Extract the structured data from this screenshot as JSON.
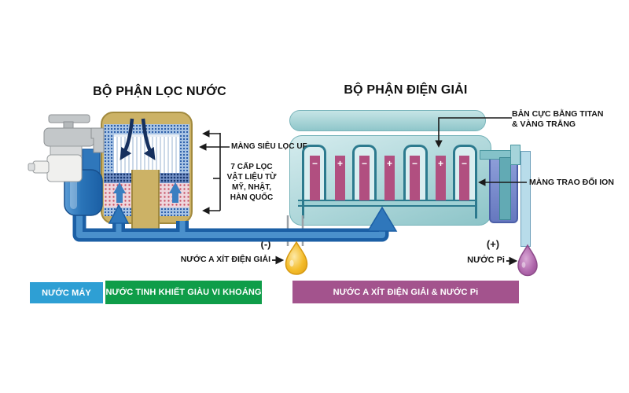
{
  "titles": {
    "filter": "BỘ PHẬN LỌC NƯỚC",
    "electrolysis": "BỘ PHẬN ĐIỆN GIẢI"
  },
  "annotations": {
    "uf_membrane": "MÀNG SIÊU LỌC UF",
    "seven_stage_filter": "7 CẤP LỌC\nVẬT LIỆU TỪ\nMỸ, NHẬT,\nHÀN QUỐC",
    "electrode_plates": "BẢN CỰC BẰNG TITAN\n& VÀNG TRẮNG",
    "ion_exchange_membrane": "MÀNG TRAO ĐỔI ION"
  },
  "electrodes": {
    "signs": [
      "−",
      "+",
      "−",
      "+",
      "−",
      "+",
      "−"
    ],
    "plate_color": "#b14f80"
  },
  "outputs": {
    "acid_water": {
      "polarity": "(-)",
      "label": "NƯỚC A XÍT ĐIỆN GIẢI",
      "drop_color": "#f0b41f"
    },
    "pi_water": {
      "polarity": "(+)",
      "label": "NƯỚC Pi",
      "drop_color": "#aa61a6"
    }
  },
  "legend": [
    {
      "label": "NƯỚC MÁY",
      "color": "#2e9fd4"
    },
    {
      "label": "NƯỚC TINH KHIẾT GIÀU VI KHOÁNG",
      "color": "#0f9d49"
    },
    {
      "label": "NƯỚC A XÍT ĐIỆN GIẢI & NƯỚC Pi",
      "color": "#a3538d"
    }
  ]
}
